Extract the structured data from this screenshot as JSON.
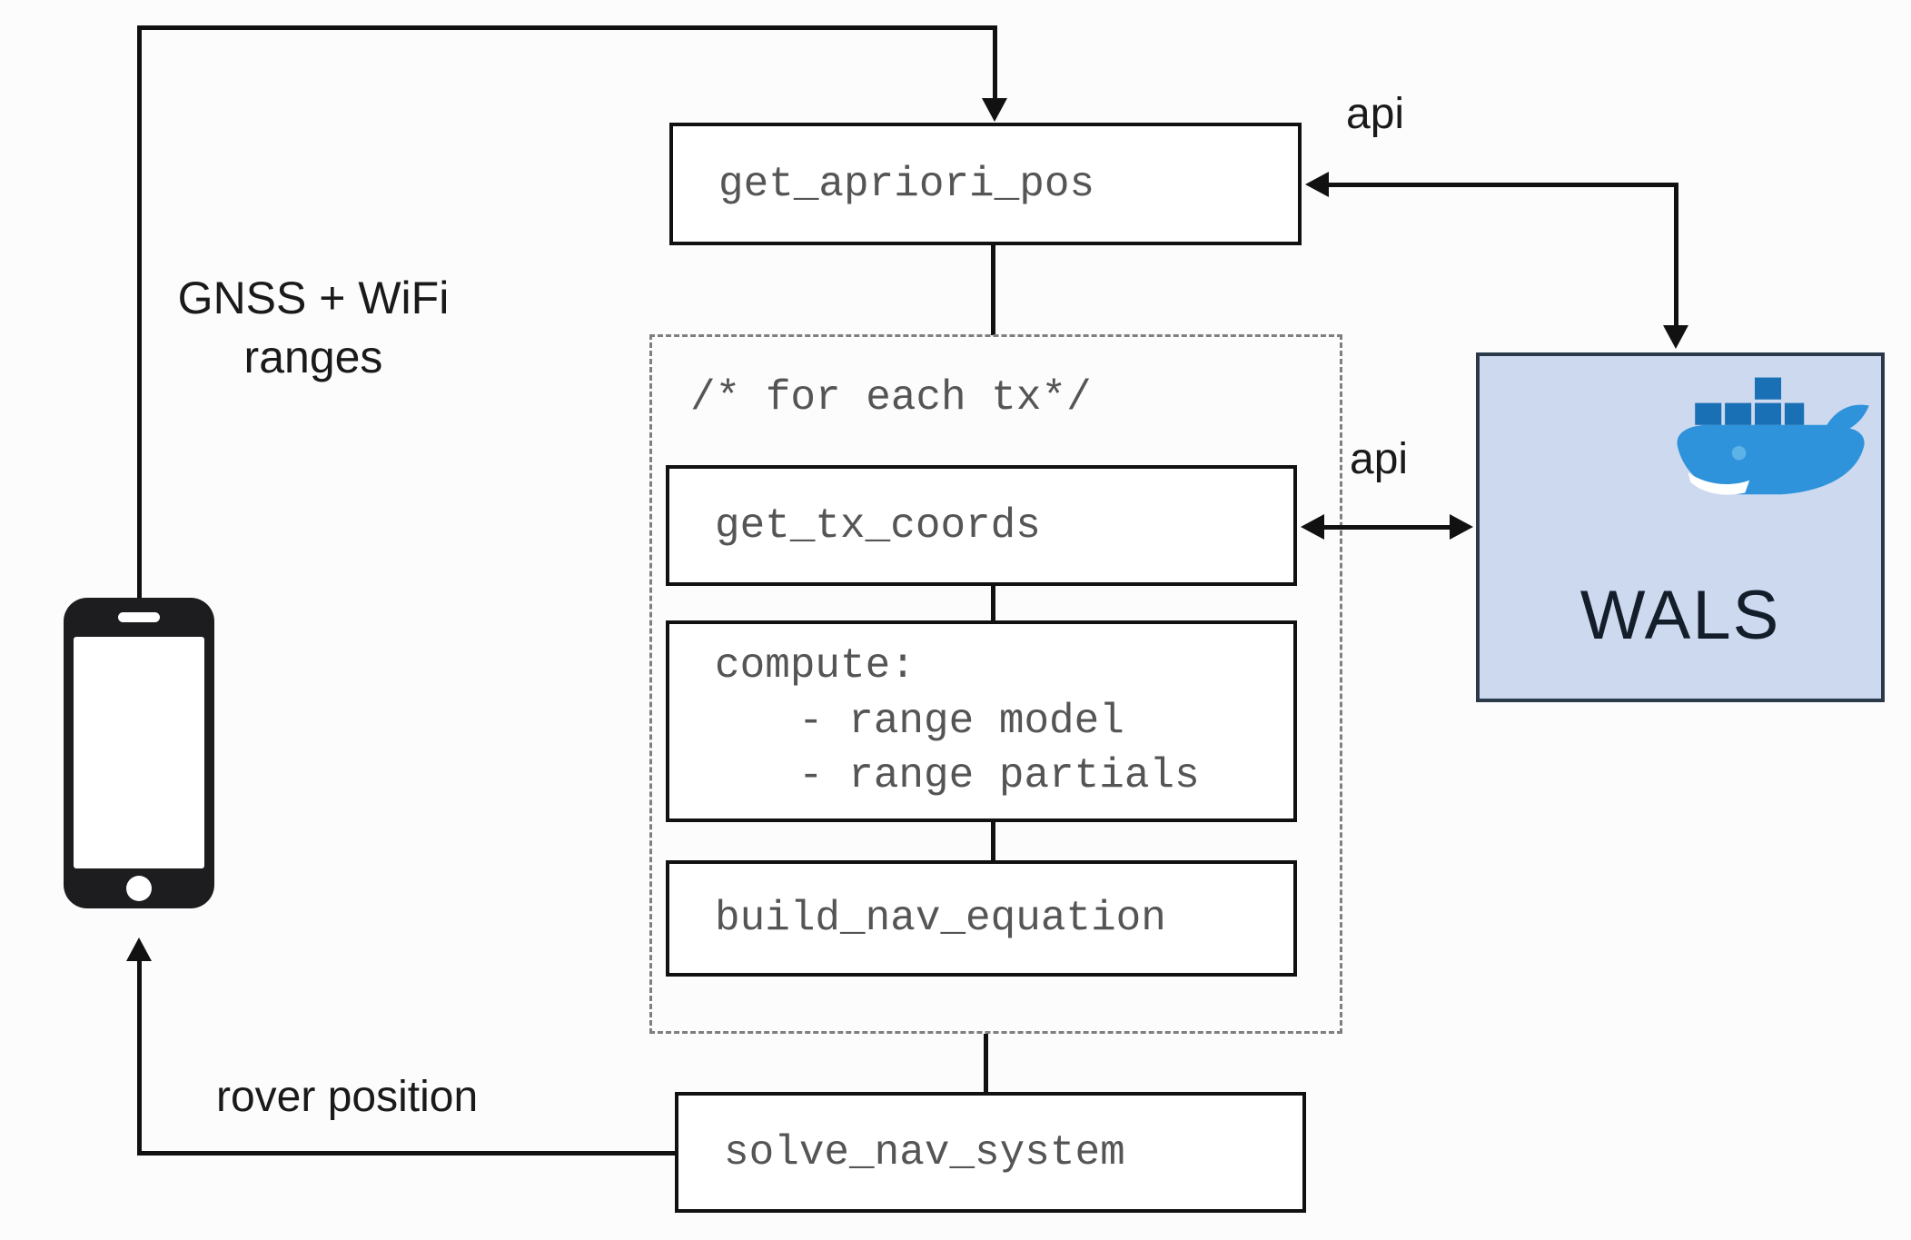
{
  "diagram": {
    "nodes": {
      "get_apriori_pos": "get_apriori_pos",
      "foreach_comment": "/* for each tx*/",
      "get_tx_coords": "get_tx_coords",
      "compute": {
        "line1": "compute:",
        "line2": "- range model",
        "line3": "- range partials"
      },
      "build_nav_equation": "build_nav_equation",
      "solve_nav_system": "solve_nav_system",
      "wals": "WALS"
    },
    "edge_labels": {
      "api_top": "api",
      "api_mid": "api",
      "gnss_line1": "GNSS + WiFi",
      "gnss_line2": "ranges",
      "rover_position": "rover position"
    },
    "icons": {
      "phone": "smartphone-icon",
      "docker_whale": "docker-whale-icon"
    },
    "colors": {
      "line": "#111111",
      "mono_text": "#555555",
      "sans_text": "#1a1a1a",
      "wals_bg": "#cdd9ef",
      "wals_border": "#2a3a4a",
      "wals_text": "#141e2b",
      "whale_body": "#2e93db",
      "whale_containers": "#1a70b5",
      "dashed_border": "#7f7f7f",
      "phone": "#1d1d1f"
    }
  }
}
